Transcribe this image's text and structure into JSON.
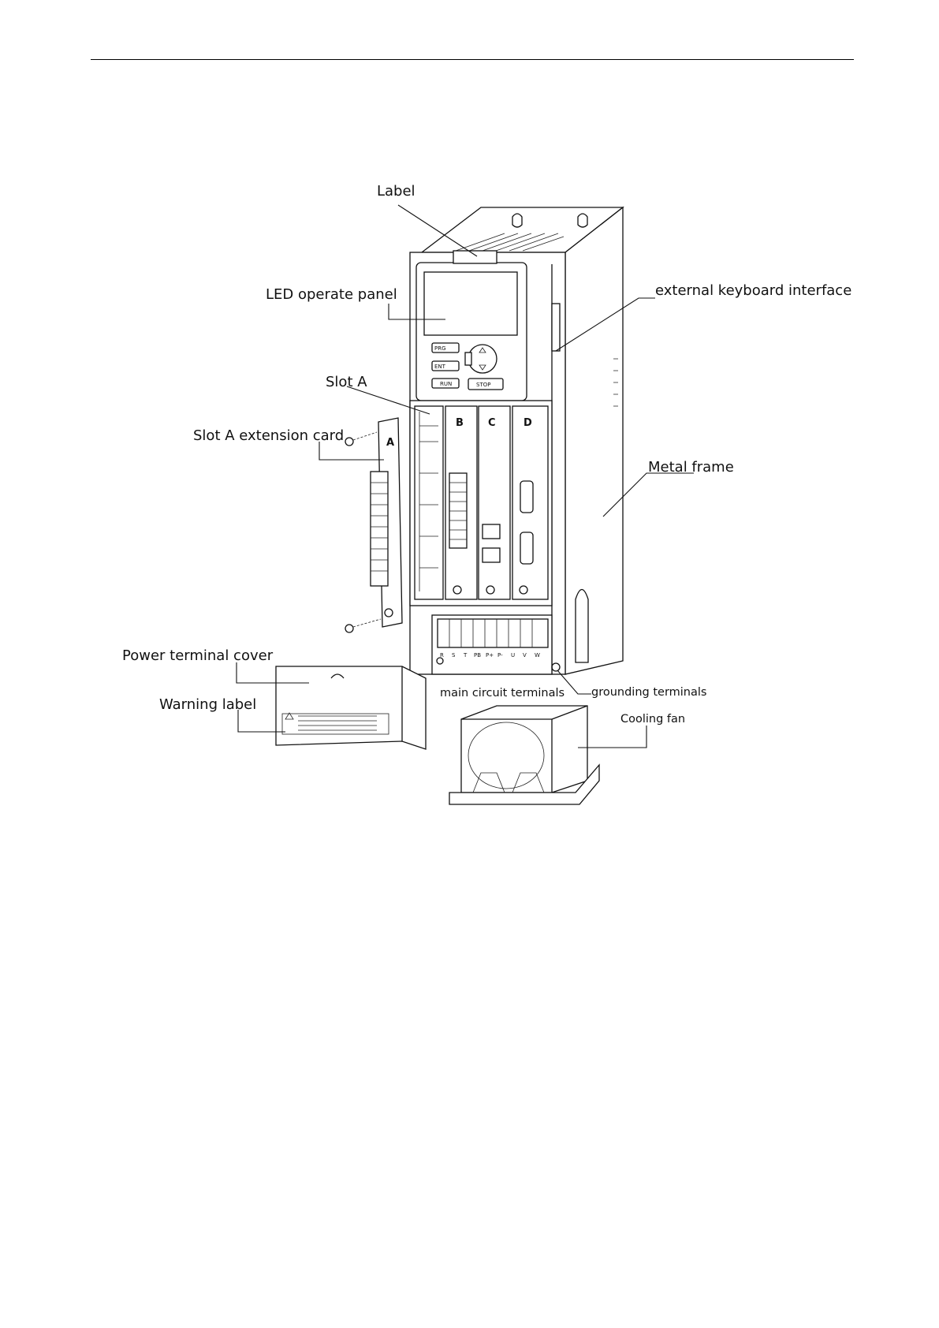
{
  "diagram": {
    "labels": {
      "label": "Label",
      "led_panel": "LED operate panel",
      "ext_keyboard": "external keyboard interface",
      "slot_a": "Slot A",
      "slot_a_card": "Slot A extension card",
      "metal_frame": "Metal frame",
      "power_cover": "Power terminal cover",
      "warning_label": "Warning label",
      "main_terminals": "main circuit terminals",
      "grounding": "grounding terminals",
      "cooling_fan": "Cooling fan"
    },
    "slot_letters": [
      "A",
      "B",
      "C",
      "D"
    ],
    "terminal_letters": [
      "R",
      "S",
      "T",
      "PB",
      "P+",
      "P-",
      "U",
      "V",
      "W"
    ]
  }
}
